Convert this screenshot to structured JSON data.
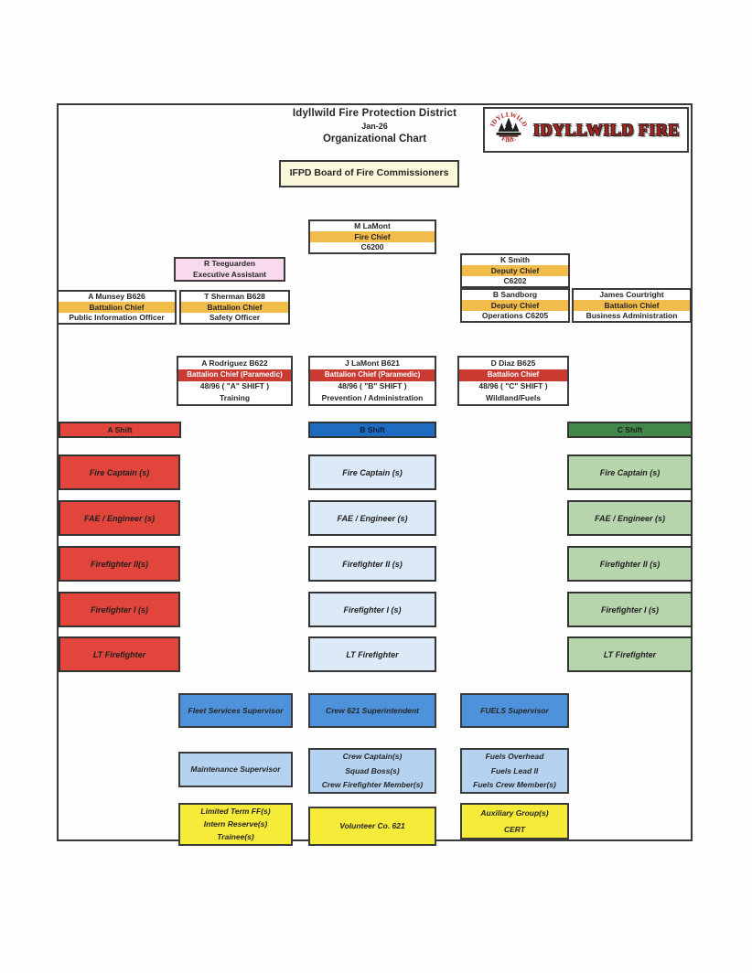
{
  "title": {
    "line1": "Idyllwild Fire Protection District",
    "line2": "Jan-26",
    "line3": "Organizational Chart"
  },
  "logo": {
    "wordmark": "IDYLLWILD FIRE",
    "badge_top": "IDYLLWILD",
    "badge_bottom": "FIRE"
  },
  "board": {
    "label": "IFPD Board of Fire Commissioners"
  },
  "command": {
    "fire_chief": {
      "name": "M LaMont",
      "title": "Fire Chief",
      "unit": "C6200"
    },
    "executive_assistant": {
      "name": "R Teeguarden",
      "title": "Executive Assistant"
    },
    "pio": {
      "name": "A Munsey B626",
      "title": "Battalion Chief",
      "role": "Public Information Officer"
    },
    "safety": {
      "name": "T Sherman B628",
      "title": "Battalion Chief",
      "role": "Safety Officer"
    },
    "deputy_admin": {
      "name": "K Smith",
      "title": "Deputy Chief",
      "unit": "C6202"
    },
    "deputy_ops": {
      "name": "B Sandborg",
      "title": "Deputy Chief",
      "role": "Operations C6205"
    },
    "business": {
      "name": "James Courtright",
      "title": "Battalion Chief",
      "role": "Business Administration"
    }
  },
  "battalion": {
    "a": {
      "name": "A Rodriguez B622",
      "title": "Battalion Chief (Paramedic)",
      "schedule": "48/96 ( \"A\" SHIFT )",
      "role": "Training"
    },
    "b": {
      "name": "J LaMont B621",
      "title": "Battalion Chief (Paramedic)",
      "schedule": "48/96 ( \"B\" SHIFT )",
      "role": "Prevention / Administration"
    },
    "c": {
      "name": "D Diaz B625",
      "title": "Battalion Chief",
      "schedule": "48/96 ( \"C\" SHIFT )",
      "role": "Wildland/Fuels"
    }
  },
  "shifts": {
    "a": {
      "header": "A Shift",
      "ranks": [
        "Fire Captain (s)",
        "FAE / Engineer (s)",
        "Firefighter II(s)",
        "Firefighter I (s)",
        "LT Firefighter"
      ]
    },
    "b": {
      "header": "B Shift",
      "ranks": [
        "Fire Captain (s)",
        "FAE / Engineer (s)",
        "Firefighter II (s)",
        "Firefighter I (s)",
        "LT Firefighter"
      ]
    },
    "c": {
      "header": "C Shift",
      "ranks": [
        "Fire Captain (s)",
        "FAE / Engineer (s)",
        "Firefighter II (s)",
        "Firefighter I (s)",
        "LT Firefighter"
      ]
    }
  },
  "support": {
    "fleet_supervisor": "Fleet Services Supervisor",
    "crew_superintendent": "Crew 621 Superintendent",
    "fuels_supervisor": "FUELS Supervisor",
    "maintenance_supervisor": "Maintenance Supervisor",
    "crew_lines": [
      "Crew Captain(s)",
      "Squad Boss(s)",
      "Crew Firefighter Member(s)"
    ],
    "fuels_lines": [
      "Fuels Overhead",
      "Fuels Lead II",
      "Fuels Crew Member(s)"
    ],
    "limited_lines": [
      "Limited Term FF(s)",
      "Intern Reserve(s)",
      "Trainee(s)"
    ],
    "volunteer": "Volunteer Co. 621",
    "auxiliary_lines": [
      "Auxiliary Group(s)",
      "CERT"
    ]
  },
  "colors": {
    "orange": "#F2BC4B",
    "red-band": "#CB3A31",
    "red-box": "#E2453C",
    "blue-header": "#1D6CC2",
    "light-blue": "#DCEAF8",
    "green-header": "#44874B",
    "light-green": "#B7D5AC",
    "med-blue": "#4E92DB",
    "pale-blue": "#B5D3F0",
    "yellow": "#F7EB39",
    "cream": "#FAF7DA",
    "pink": "#F8DAEC",
    "ink": "#262626",
    "line": "#3A3A3A"
  }
}
